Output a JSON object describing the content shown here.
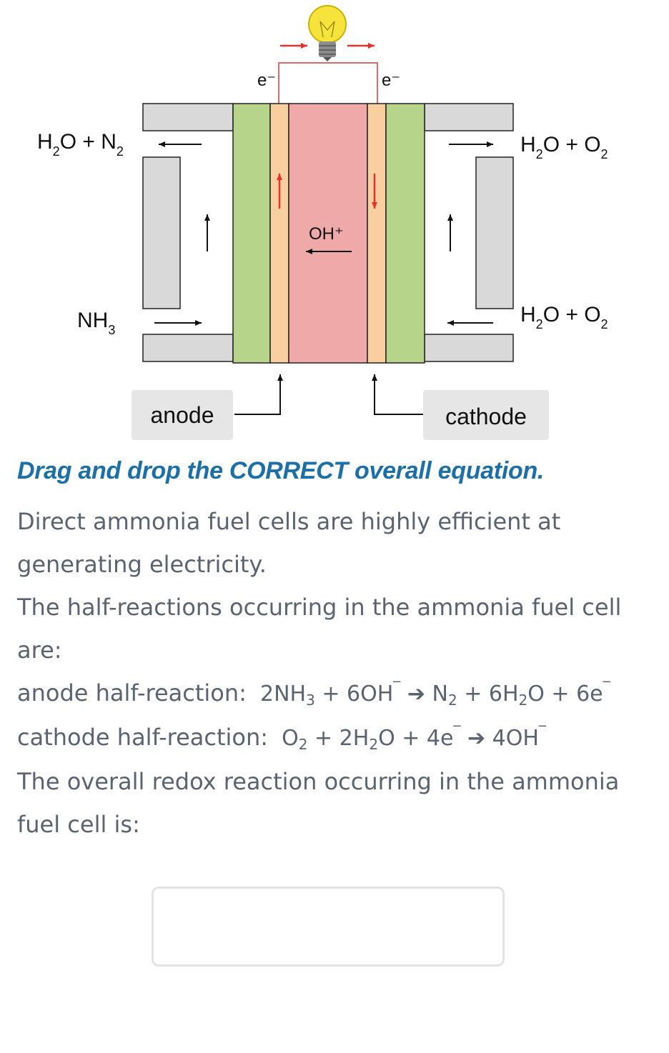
{
  "diagram": {
    "electron_left": "e⁻",
    "electron_right": "e⁻",
    "anode_outlet": {
      "a": "H",
      "a_sub": "2",
      "b": "O + N",
      "b_sub": "2"
    },
    "anode_inlet": {
      "a": "NH",
      "a_sub": "3"
    },
    "cathode_top": {
      "a": "H",
      "a_sub": "2",
      "b": "O + O",
      "b_sub": "2"
    },
    "cathode_bottom": {
      "a": "H",
      "a_sub": "2",
      "b": "O + O",
      "b_sub": "2"
    },
    "ion": "OH⁺",
    "anode_label": "anode",
    "cathode_label": "cathode"
  },
  "question": {
    "instruction": "Drag and drop the CORRECT overall equation.",
    "intro": "Direct ammonia fuel cells are highly efficient at generating electricity.",
    "half_intro": "The half-reactions occurring in the ammonia fuel cell are:",
    "anode_prefix": "anode half-reaction:",
    "cathode_prefix": "cathode half-reaction:",
    "outro": "The overall redox reaction occurring in the ammonia fuel cell is:"
  },
  "answer_box": {
    "value": ""
  },
  "colors": {
    "title_blue": "#1d6fa8",
    "body_gray": "#5a6470",
    "electrode_green": "#b7d58a",
    "catalyst_orange": "#f9cfa0",
    "electrolyte_pink": "#f0a9a9",
    "channel_gray": "#d9d9d9",
    "wire_red": "#e36a6a",
    "bulb_yellow": "#f6e43c"
  }
}
